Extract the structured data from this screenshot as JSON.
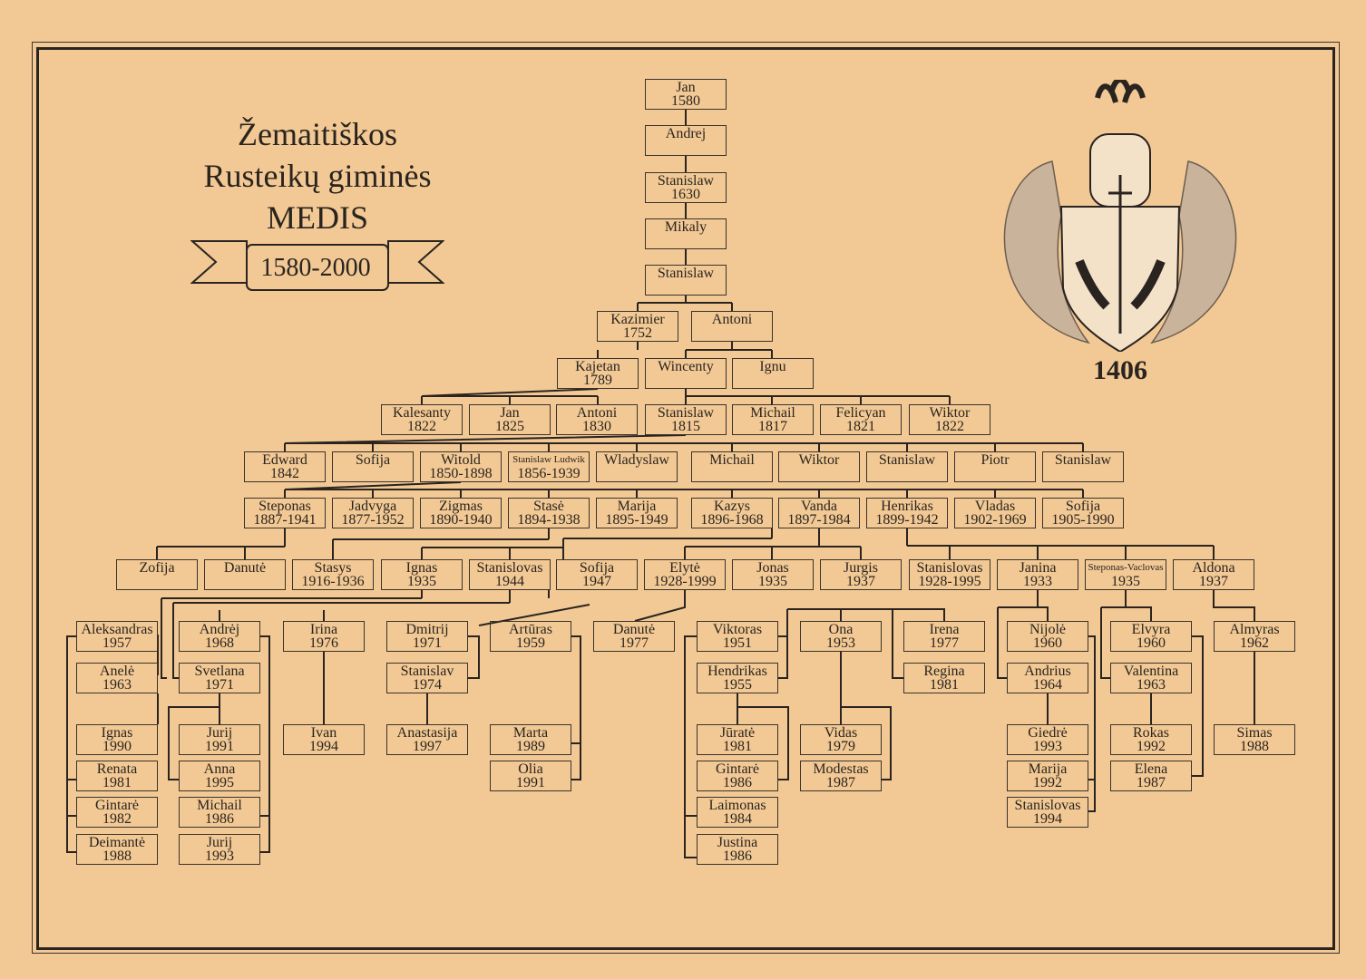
{
  "title": {
    "line1": "Žemaitiškos",
    "line2": "Rusteikų giminės",
    "line3": "MEDIS"
  },
  "period": "1580-2000",
  "crest_year": "1406",
  "generations": [
    [
      {
        "name": "Jan",
        "years": "1580"
      },
      {
        "name": "Andrej",
        "years": ""
      },
      {
        "name": "Stanislaw",
        "years": "1630"
      },
      {
        "name": "Mikaly",
        "years": ""
      },
      {
        "name": "Stanislaw",
        "years": ""
      }
    ],
    [
      {
        "name": "Kazimier",
        "years": "1752"
      },
      {
        "name": "Antoni",
        "years": ""
      }
    ],
    [
      {
        "name": "Kajetan",
        "years": "1789"
      },
      {
        "name": "Wincenty",
        "years": ""
      },
      {
        "name": "Ignu",
        "years": ""
      }
    ],
    [
      {
        "name": "Kalesanty",
        "years": "1822"
      },
      {
        "name": "Jan",
        "years": "1825"
      },
      {
        "name": "Antoni",
        "years": "1830"
      },
      {
        "name": "Stanislaw",
        "years": "1815"
      },
      {
        "name": "Michail",
        "years": "1817"
      },
      {
        "name": "Felicyan",
        "years": "1821"
      },
      {
        "name": "Wiktor",
        "years": "1822"
      }
    ],
    [
      {
        "name": "Edward",
        "years": "1842"
      },
      {
        "name": "Sofija",
        "years": ""
      },
      {
        "name": "Witold",
        "years": "1850-1898"
      },
      {
        "name": "Stanislaw Ludwik",
        "years": "1856-1939"
      },
      {
        "name": "Wladyslaw",
        "years": ""
      },
      {
        "name": "Michail",
        "years": ""
      },
      {
        "name": "Wiktor",
        "years": ""
      },
      {
        "name": "Stanislaw",
        "years": ""
      },
      {
        "name": "Piotr",
        "years": ""
      },
      {
        "name": "Stanislaw",
        "years": ""
      }
    ],
    [
      {
        "name": "Steponas",
        "years": "1887-1941"
      },
      {
        "name": "Jadvyga",
        "years": "1877-1952"
      },
      {
        "name": "Zigmas",
        "years": "1890-1940"
      },
      {
        "name": "Stasė",
        "years": "1894-1938"
      },
      {
        "name": "Marija",
        "years": "1895-1949"
      },
      {
        "name": "Kazys",
        "years": "1896-1968"
      },
      {
        "name": "Vanda",
        "years": "1897-1984"
      },
      {
        "name": "Henrikas",
        "years": "1899-1942"
      },
      {
        "name": "Vladas",
        "years": "1902-1969"
      },
      {
        "name": "Sofija",
        "years": "1905-1990"
      }
    ],
    [
      {
        "name": "Zofija",
        "years": ""
      },
      {
        "name": "Danutė",
        "years": ""
      },
      {
        "name": "Stasys",
        "years": "1916-1936"
      },
      {
        "name": "Ignas",
        "years": "1935"
      },
      {
        "name": "Stanislovas",
        "years": "1944"
      },
      {
        "name": "Sofija",
        "years": "1947"
      },
      {
        "name": "Elytė",
        "years": "1928-1999"
      },
      {
        "name": "Jonas",
        "years": "1935"
      },
      {
        "name": "Jurgis",
        "years": "1937"
      },
      {
        "name": "Stanislovas",
        "years": "1928-1995"
      },
      {
        "name": "Janina",
        "years": "1933"
      },
      {
        "name": "Steponas-Vaclovas",
        "years": "1935"
      },
      {
        "name": "Aldona",
        "years": "1937"
      }
    ],
    [
      {
        "name": "Aleksandras",
        "years": "1957"
      },
      {
        "name": "Andrėj",
        "years": "1968"
      },
      {
        "name": "Irina",
        "years": "1976"
      },
      {
        "name": "Dmitrij",
        "years": "1971"
      },
      {
        "name": "Artūras",
        "years": "1959"
      },
      {
        "name": "Danutė",
        "years": "1977"
      },
      {
        "name": "Viktoras",
        "years": "1951"
      },
      {
        "name": "Ona",
        "years": "1953"
      },
      {
        "name": "Irena",
        "years": "1977"
      },
      {
        "name": "Nijolė",
        "years": "1960"
      },
      {
        "name": "Elvyra",
        "years": "1960"
      },
      {
        "name": "Almyras",
        "years": "1962"
      },
      {
        "name": "Anelė",
        "years": "1963"
      },
      {
        "name": "Svetlana",
        "years": "1971"
      },
      {
        "name": "Stanislav",
        "years": "1974"
      },
      {
        "name": "Hendrikas",
        "years": "1955"
      },
      {
        "name": "Regina",
        "years": "1981"
      },
      {
        "name": "Andrius",
        "years": "1964"
      },
      {
        "name": "Valentina",
        "years": "1963"
      }
    ],
    [
      {
        "name": "Ignas",
        "years": "1990"
      },
      {
        "name": "Jurij",
        "years": "1991"
      },
      {
        "name": "Ivan",
        "years": "1994"
      },
      {
        "name": "Anastasija",
        "years": "1997"
      },
      {
        "name": "Marta",
        "years": "1989"
      },
      {
        "name": "Jūratė",
        "years": "1981"
      },
      {
        "name": "Vidas",
        "years": "1979"
      },
      {
        "name": "Giedrė",
        "years": "1993"
      },
      {
        "name": "Rokas",
        "years": "1992"
      },
      {
        "name": "Simas",
        "years": "1988"
      },
      {
        "name": "Renata",
        "years": "1981"
      },
      {
        "name": "Anna",
        "years": "1995"
      },
      {
        "name": "Olia",
        "years": "1991"
      },
      {
        "name": "Gintarė",
        "years": "1986"
      },
      {
        "name": "Modestas",
        "years": "1987"
      },
      {
        "name": "Marija",
        "years": "1992"
      },
      {
        "name": "Elena",
        "years": "1987"
      },
      {
        "name": "Gintarė",
        "years": "1982"
      },
      {
        "name": "Michail",
        "years": "1986"
      },
      {
        "name": "Laimonas",
        "years": "1984"
      },
      {
        "name": "Stanislovas",
        "years": "1994"
      },
      {
        "name": "Deimantė",
        "years": "1988"
      },
      {
        "name": "Jurij",
        "years": "1993"
      },
      {
        "name": "Justina",
        "years": "1986"
      }
    ]
  ]
}
